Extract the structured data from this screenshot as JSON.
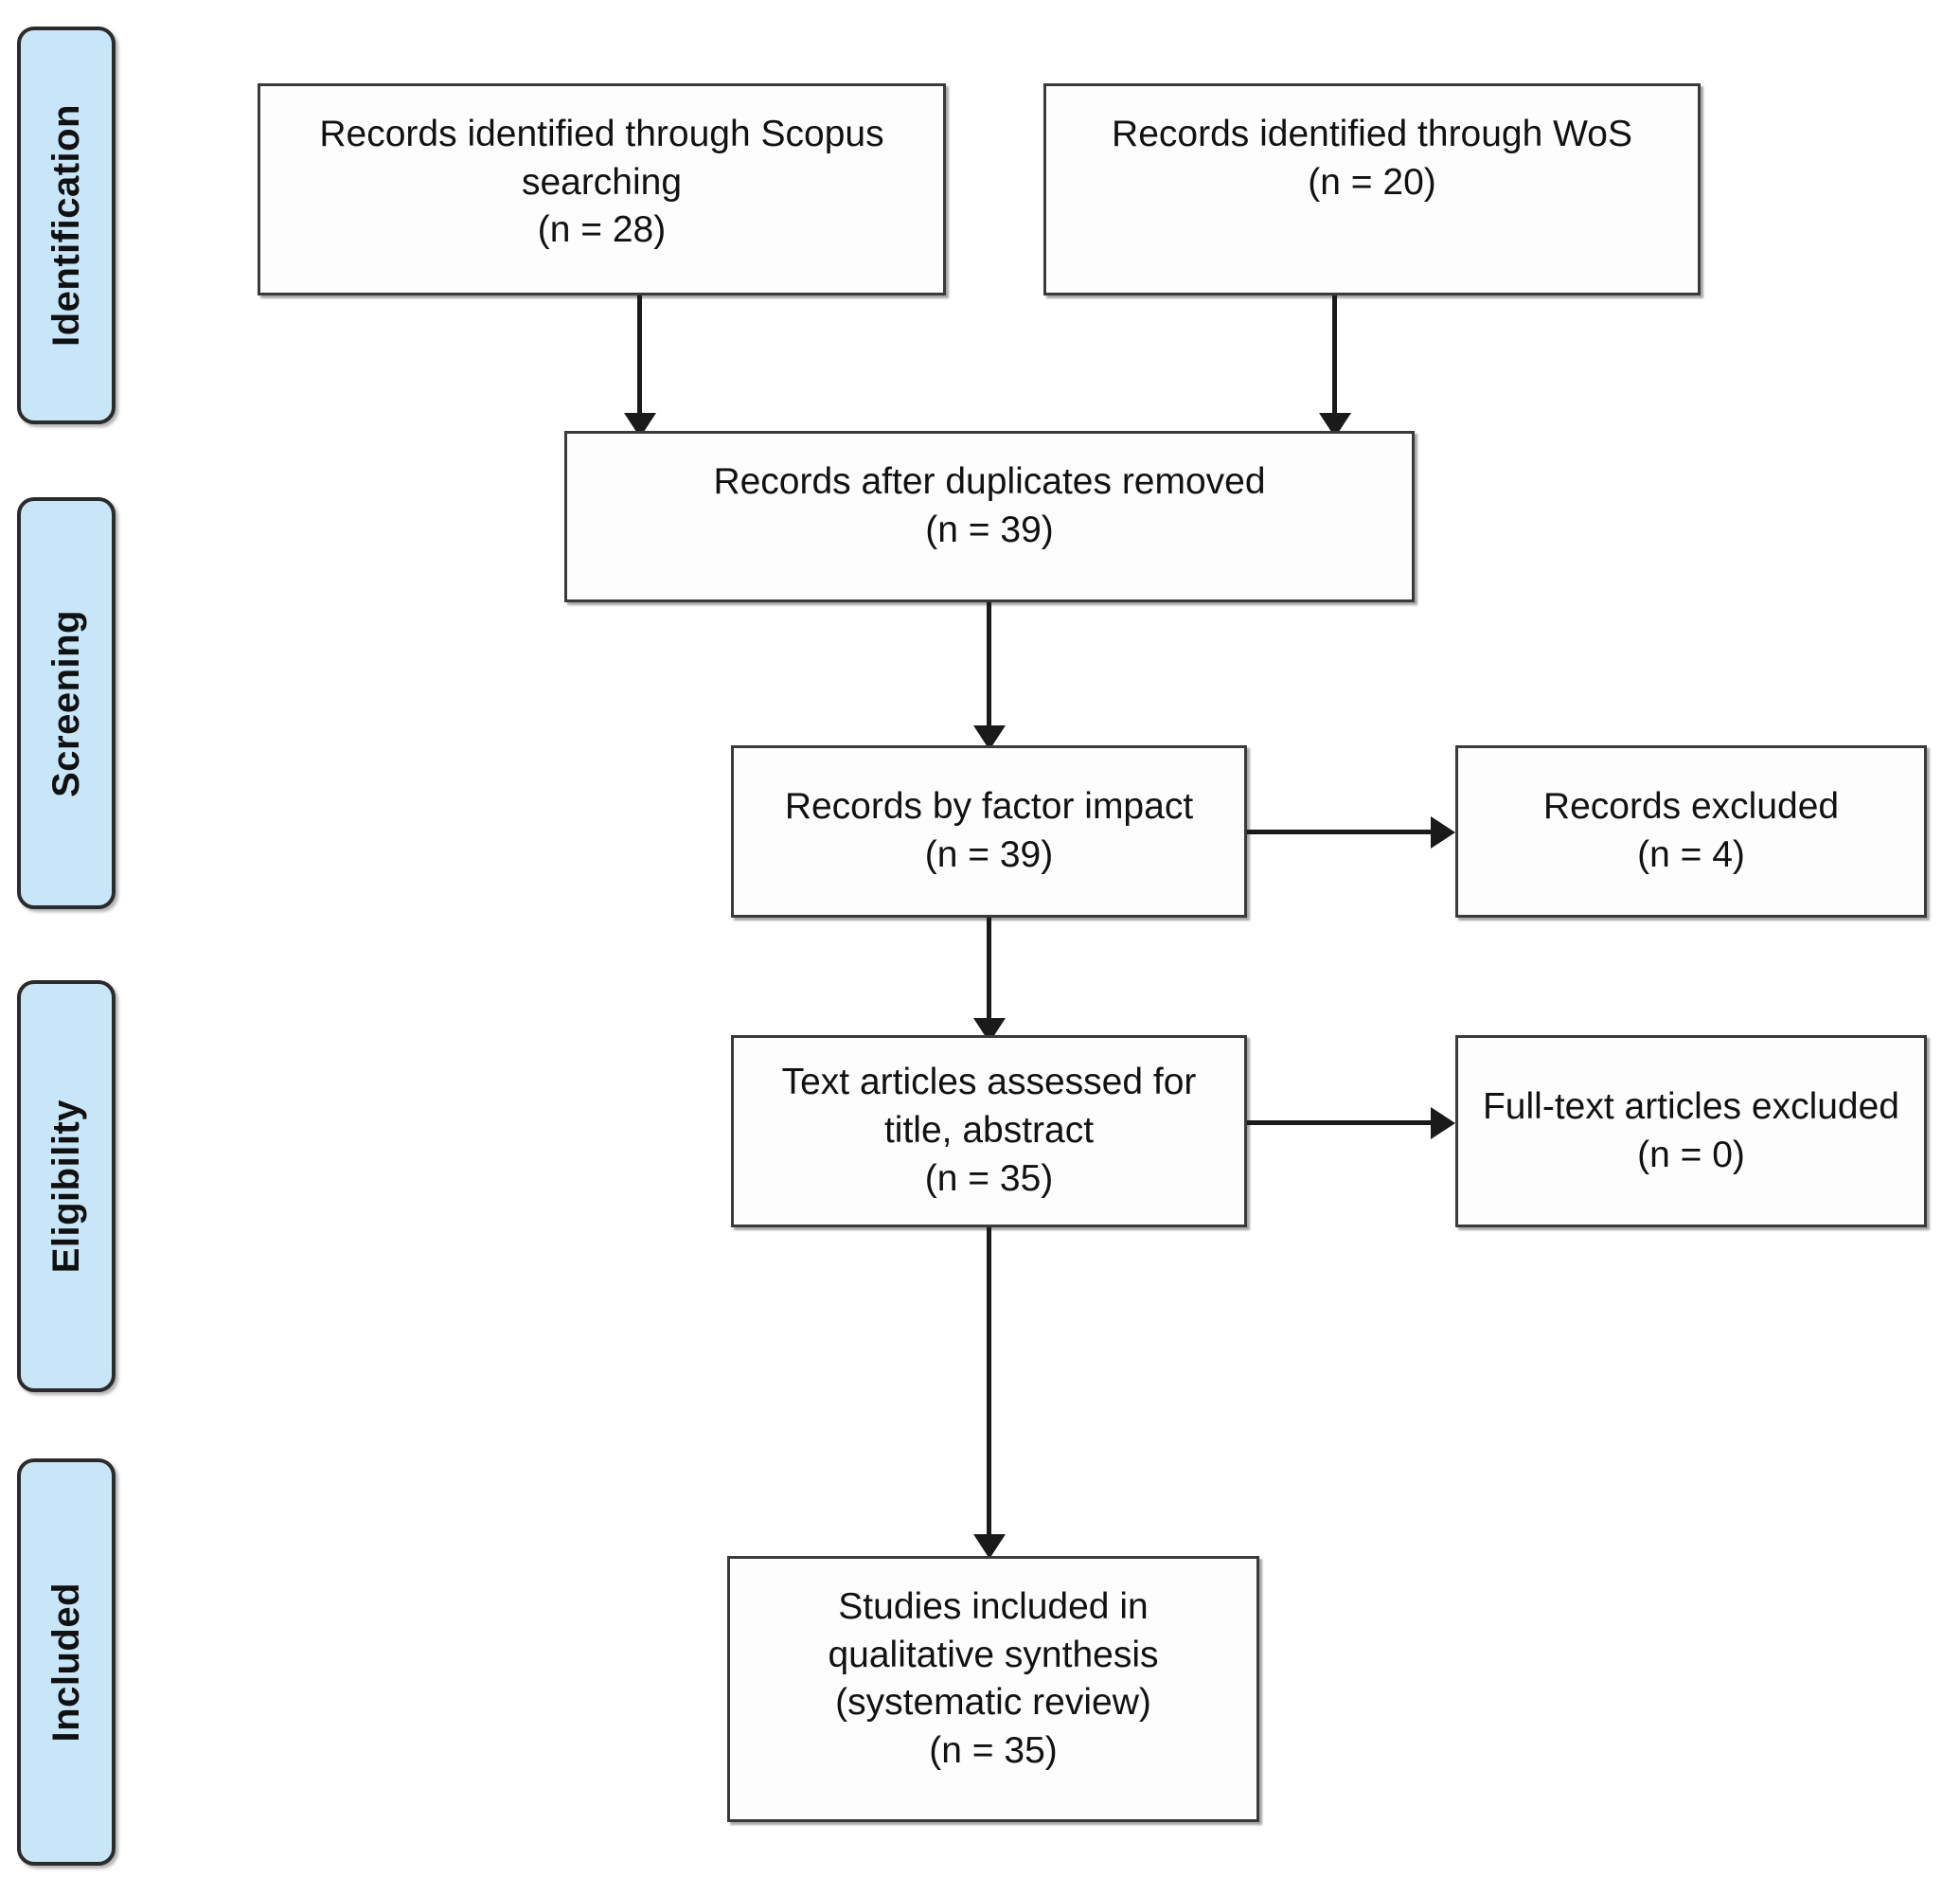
{
  "diagram": {
    "type": "prisma-flow-diagram",
    "accent_color": "#c9e6f9",
    "border_color": "#2b2b2b",
    "line_color": "#1a1a1a"
  },
  "stages": [
    {
      "id": "identification",
      "label": "Identification"
    },
    {
      "id": "screening",
      "label": "Screening"
    },
    {
      "id": "eligibility",
      "label": "Eligibility"
    },
    {
      "id": "included",
      "label": "Included"
    }
  ],
  "boxes": {
    "scopus": {
      "id": "records-identified-scopus",
      "text": "Records identified through Scopus\nsearching\n(n =  28)",
      "n": 28
    },
    "wos": {
      "id": "records-identified-wos",
      "text": "Records identified through WoS\n(n = 20)",
      "n": 20
    },
    "duplicates_removed": {
      "id": "records-after-duplicates-removed",
      "text": "Records after duplicates removed\n(n = 39)",
      "n": 39
    },
    "factor_impact": {
      "id": "records-by-factor-impact",
      "text": "Records by factor impact\n(n = 39)",
      "n": 39
    },
    "records_excluded": {
      "id": "records-excluded",
      "text": "Records excluded\n(n = 4)",
      "n": 4
    },
    "text_articles": {
      "id": "text-articles-assessed",
      "text": "Text articles assessed for\ntitle, abstract\n(n =  35)",
      "n": 35
    },
    "fulltext_excluded": {
      "id": "full-text-articles-excluded",
      "text": "Full-text articles excluded\n(n = 0)",
      "n": 0
    },
    "studies_included": {
      "id": "studies-included-qualitative-synthesis",
      "text": "Studies included in\nqualitative synthesis\n(systematic review)\n(n =  35)",
      "n": 35
    }
  },
  "flows": [
    {
      "from": "scopus",
      "to": "duplicates_removed",
      "direction": "down"
    },
    {
      "from": "wos",
      "to": "duplicates_removed",
      "direction": "down"
    },
    {
      "from": "duplicates_removed",
      "to": "factor_impact",
      "direction": "down"
    },
    {
      "from": "factor_impact",
      "to": "records_excluded",
      "direction": "right"
    },
    {
      "from": "factor_impact",
      "to": "text_articles",
      "direction": "down"
    },
    {
      "from": "text_articles",
      "to": "fulltext_excluded",
      "direction": "right"
    },
    {
      "from": "text_articles",
      "to": "studies_included",
      "direction": "down"
    }
  ]
}
